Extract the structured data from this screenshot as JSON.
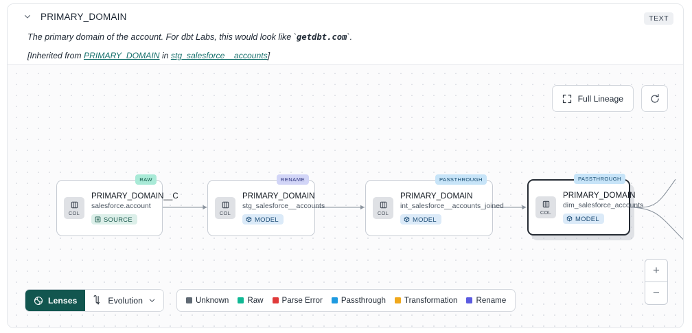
{
  "header": {
    "collapse_icon": "chevron-down-icon",
    "title": "PRIMARY_DOMAIN",
    "type_badge": "TEXT",
    "description_prefix": "The primary domain of the account. For dbt Labs, this would look like `",
    "description_code": "getdbt.com",
    "description_suffix": "`.",
    "inherited_prefix": "[Inherited from ",
    "inherited_link": "PRIMARY_DOMAIN",
    "inherited_mid": " in ",
    "inherited_source": "stg_salesforce__accounts",
    "inherited_suffix": "]"
  },
  "controls": {
    "full_lineage_label": "Full Lineage",
    "full_lineage_icon": "expand-icon",
    "refresh_icon": "refresh-icon",
    "zoom_in": "+",
    "zoom_out": "−"
  },
  "graph": {
    "column_chip_label": "COL",
    "nodes": [
      {
        "tag": "RAW",
        "tag_kind": "raw",
        "title": "PRIMARY_DOMAIN__C",
        "subtitle": "salesforce.account",
        "kind": "SOURCE",
        "kind_icon": "source-icon",
        "selected": false
      },
      {
        "tag": "RENAME",
        "tag_kind": "rename",
        "title": "PRIMARY_DOMAIN",
        "subtitle": "stg_salesforce__accounts",
        "kind": "MODEL",
        "kind_icon": "model-icon",
        "selected": false
      },
      {
        "tag": "PASSTHROUGH",
        "tag_kind": "passthrough",
        "title": "PRIMARY_DOMAIN",
        "subtitle": "int_salesforce__accounts_joined",
        "kind": "MODEL",
        "kind_icon": "model-icon",
        "selected": false
      },
      {
        "tag": "PASSTHROUGH",
        "tag_kind": "passthrough",
        "title": "PRIMARY_DOMAIN",
        "subtitle": "dim_salesforce_accounts",
        "kind": "MODEL",
        "kind_icon": "model-icon",
        "selected": true
      }
    ]
  },
  "bottom_bar": {
    "lenses_label": "Lenses",
    "lenses_icon": "lens-icon",
    "evolution_label": "Evolution",
    "evolution_icon": "evolution-icon",
    "evolution_caret": "chevron-down-icon",
    "legend": [
      {
        "label": "Unknown",
        "color": "#606a74"
      },
      {
        "label": "Raw",
        "color": "#10b894"
      },
      {
        "label": "Parse Error",
        "color": "#e03a3a"
      },
      {
        "label": "Passthrough",
        "color": "#1e9ae0"
      },
      {
        "label": "Transformation",
        "color": "#f0a81c"
      },
      {
        "label": "Rename",
        "color": "#5b5be0"
      }
    ]
  }
}
